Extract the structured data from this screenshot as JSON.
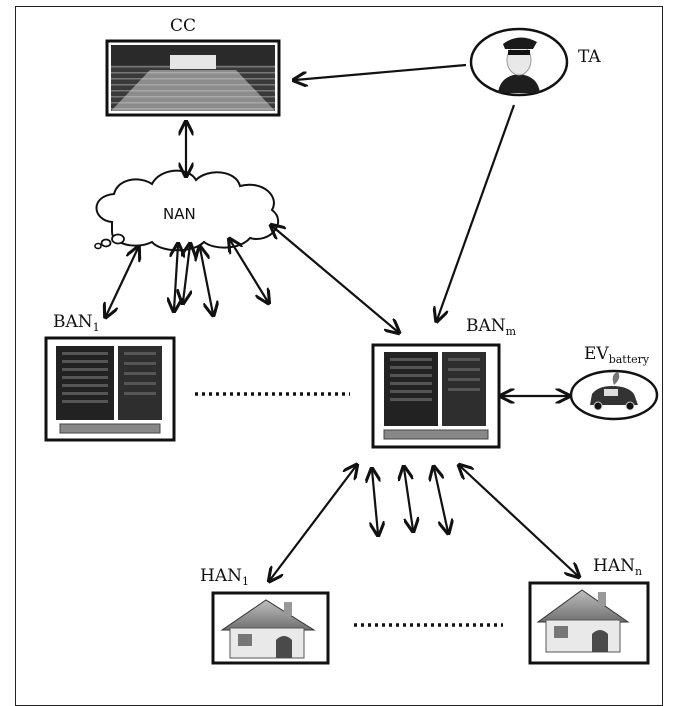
{
  "nodes": {
    "cc": {
      "label": "CC",
      "icon": "control-room-icon"
    },
    "ta": {
      "label": "TA",
      "icon": "officer-icon"
    },
    "nan": {
      "label": "NAN",
      "icon": "cloud-icon"
    },
    "ban1": {
      "label": "BAN",
      "sub": "1",
      "icon": "server-rack-icon"
    },
    "banm": {
      "label": "BAN",
      "sub": "m",
      "icon": "server-rack-icon"
    },
    "ev": {
      "label": "EV",
      "sub": "battery",
      "icon": "electric-car-icon"
    },
    "han1": {
      "label": "HAN",
      "sub": "1",
      "icon": "house-icon"
    },
    "hann": {
      "label": "HAN",
      "sub": "n",
      "icon": "house-icon"
    }
  },
  "colors": {
    "stroke": "#111111",
    "background": "#ffffff",
    "icon_dark": "#2b2b2b",
    "icon_mid": "#8a8a8a",
    "icon_light": "#d8d8d8"
  }
}
